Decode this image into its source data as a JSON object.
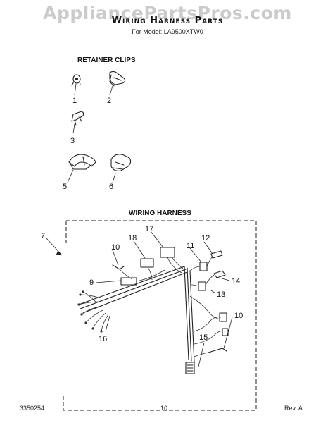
{
  "watermark": "AppliancePartsPros.com",
  "header": {
    "title": "Wiring Harness Parts",
    "subtitle": "For Model: LA9500XTW0"
  },
  "sections": {
    "retainer_clips": "Retainer Clips",
    "wiring_harness": "Wiring Harness"
  },
  "callouts": {
    "clip_1": "1",
    "clip_2": "2",
    "clip_3": "3",
    "clip_5": "5",
    "clip_6": "6",
    "harness_7": "7",
    "harness_9": "9",
    "harness_10_top": "10",
    "harness_10_bottom": "10",
    "harness_11": "11",
    "harness_12": "12",
    "harness_13": "13",
    "harness_14": "14",
    "harness_15": "15",
    "harness_16": "16",
    "harness_17": "17",
    "harness_18": "18"
  },
  "footer": {
    "doc_number": "3350254",
    "page_number": "10",
    "revision": "Rev. A"
  }
}
